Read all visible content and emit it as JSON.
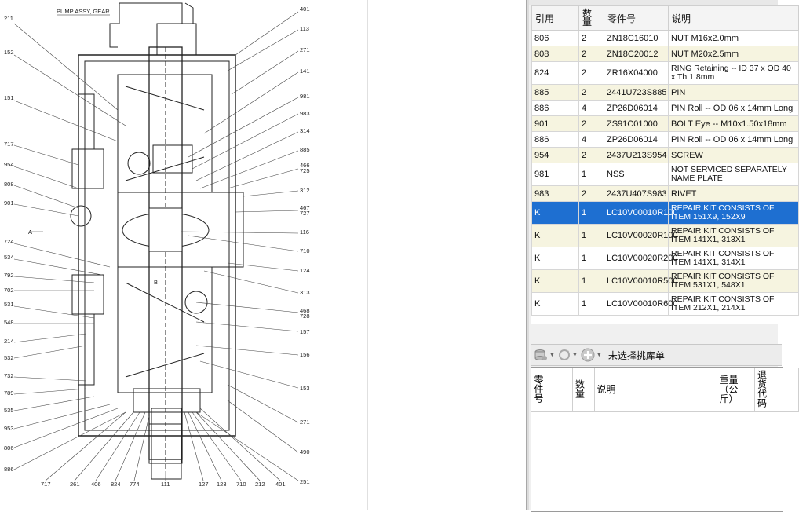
{
  "drawing": {
    "title": "PUMP ASSY, GEAR",
    "section_marks": [
      "A",
      "B"
    ],
    "callouts_left": [
      "211",
      "152",
      "151",
      "717",
      "954",
      "808",
      "901",
      "724",
      "534",
      "792",
      "702",
      "531",
      "548",
      "214",
      "532",
      "732",
      "789",
      "535",
      "953",
      "806",
      "886"
    ],
    "callouts_right": [
      "401",
      "113",
      "271",
      "141",
      "981",
      "983",
      "314",
      "885",
      "466",
      "725",
      "312",
      "467",
      "727",
      "116",
      "710",
      "124",
      "313",
      "468",
      "728",
      "157",
      "156",
      "153",
      "271",
      "490",
      "251"
    ],
    "callouts_bottom": [
      "717",
      "261",
      "406",
      "824",
      "774",
      "111",
      "127",
      "123",
      "710",
      "212",
      "401"
    ]
  },
  "parts_table": {
    "headers": {
      "ref": "引用",
      "qty": "数量",
      "part_no": "零件号",
      "desc": "说明"
    },
    "rows": [
      {
        "ref": "806",
        "qty": "2",
        "part_no": "ZN18C16010",
        "desc": "NUT M16x2.0mm",
        "style": "normal"
      },
      {
        "ref": "808",
        "qty": "2",
        "part_no": "ZN18C20012",
        "desc": "NUT M20x2.5mm",
        "style": "alt"
      },
      {
        "ref": "824",
        "qty": "2",
        "part_no": "ZR16X04000",
        "desc": "RING Retaining -- ID 37 x OD 40 x Th 1.8mm",
        "style": "tall"
      },
      {
        "ref": "885",
        "qty": "2",
        "part_no": "2441U723S885",
        "desc": "PIN",
        "style": "alt"
      },
      {
        "ref": "886",
        "qty": "4",
        "part_no": "ZP26D06014",
        "desc": "PIN Roll -- OD 06 x 14mm Long",
        "style": "normal"
      },
      {
        "ref": "901",
        "qty": "2",
        "part_no": "ZS91C01000",
        "desc": "BOLT Eye -- M10x1.50x18mm",
        "style": "alt"
      },
      {
        "ref": "886",
        "qty": "4",
        "part_no": "ZP26D06014",
        "desc": "PIN Roll -- OD 06 x 14mm Long",
        "style": "normal"
      },
      {
        "ref": "954",
        "qty": "2",
        "part_no": "2437U213S954",
        "desc": "SCREW",
        "style": "alt"
      },
      {
        "ref": "981",
        "qty": "1",
        "part_no": "NSS",
        "desc": "NOT SERVICED SEPARATELY NAME PLATE",
        "style": "tall"
      },
      {
        "ref": "983",
        "qty": "2",
        "part_no": "2437U407S983",
        "desc": "RIVET",
        "style": "alt"
      },
      {
        "ref": "K",
        "qty": "1",
        "part_no": "LC10V00010R100",
        "desc": "REPAIR KIT CONSISTS OF ITEM 151X9, 152X9",
        "style": "sel"
      },
      {
        "ref": "K",
        "qty": "1",
        "part_no": "LC10V00020R100",
        "desc": "REPAIR KIT CONSISTS OF ITEM 141X1, 313X1",
        "style": "tall-alt"
      },
      {
        "ref": "K",
        "qty": "1",
        "part_no": "LC10V00020R200",
        "desc": "REPAIR KIT CONSISTS OF ITEM 141X1, 314X1",
        "style": "tall"
      },
      {
        "ref": "K",
        "qty": "1",
        "part_no": "LC10V00010R500",
        "desc": "REPAIR KIT CONSISTS OF ITEM 531X1, 548X1",
        "style": "tall-alt"
      },
      {
        "ref": "K",
        "qty": "1",
        "part_no": "LC10V00010R600",
        "desc": "REPAIR KIT CONSISTS OF ITEM 212X1, 214X1",
        "style": "tall"
      }
    ]
  },
  "pick_list": {
    "status": "未选择挑库单",
    "headers": {
      "part_no": "零件号",
      "qty": "数量",
      "desc": "说明",
      "weight": "重量（公斤）",
      "return_code": "退货代码"
    }
  },
  "colors": {
    "selected_row": "#1e6fd1",
    "alt_row": "#f6f4e0"
  }
}
